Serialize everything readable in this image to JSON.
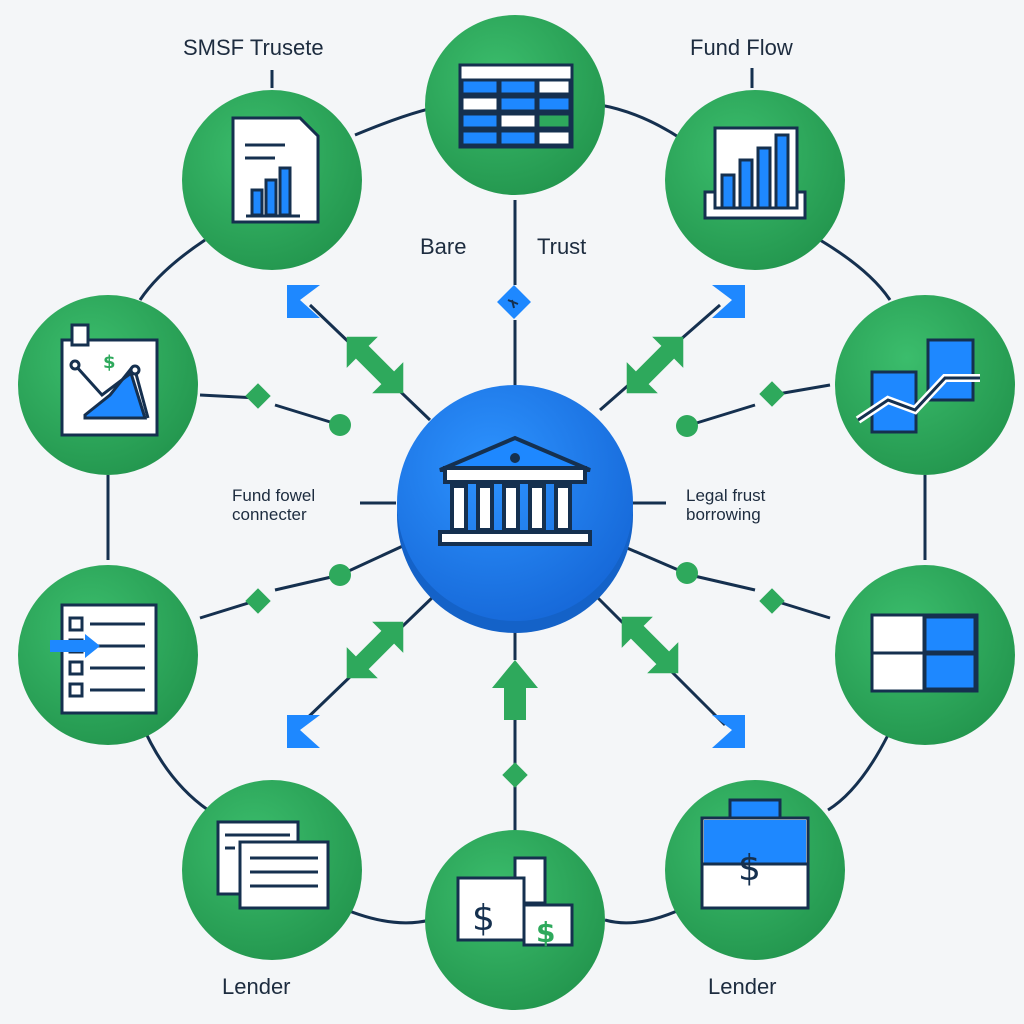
{
  "labels": {
    "smsf_trustee": "SMSF Trusete",
    "fund_flow": "Fund Flow",
    "bare": "Bare",
    "trust": "Trust",
    "fund_fowel_line1": "Fund fowel",
    "fund_fowel_line2": "connecter",
    "legal_frust_line1": "Legal frust",
    "legal_frust_line2": "borrowing",
    "lender_left": "Lender",
    "lender_right": "Lender"
  },
  "nodes": [
    {
      "id": "top",
      "icon": "spreadsheet-icon"
    },
    {
      "id": "top-left",
      "icon": "document-chart-icon"
    },
    {
      "id": "top-right",
      "icon": "bar-chart-icon"
    },
    {
      "id": "left",
      "icon": "dollar-chart-icon"
    },
    {
      "id": "right",
      "icon": "trend-line-icon"
    },
    {
      "id": "mid-left",
      "icon": "checklist-icon"
    },
    {
      "id": "mid-right",
      "icon": "grid-window-icon"
    },
    {
      "id": "bottom-left",
      "icon": "document-icon"
    },
    {
      "id": "bottom",
      "icon": "dollar-bag-icon"
    },
    {
      "id": "bottom-right",
      "icon": "dollar-briefcase-icon"
    },
    {
      "id": "center",
      "icon": "bank-building-icon"
    }
  ],
  "colors": {
    "green": "#2ea95c",
    "green_dark": "#1f8747",
    "blue": "#1b74e4",
    "blue_bright": "#1e88ff",
    "navy": "#15304f",
    "background": "#f4f6f8"
  }
}
